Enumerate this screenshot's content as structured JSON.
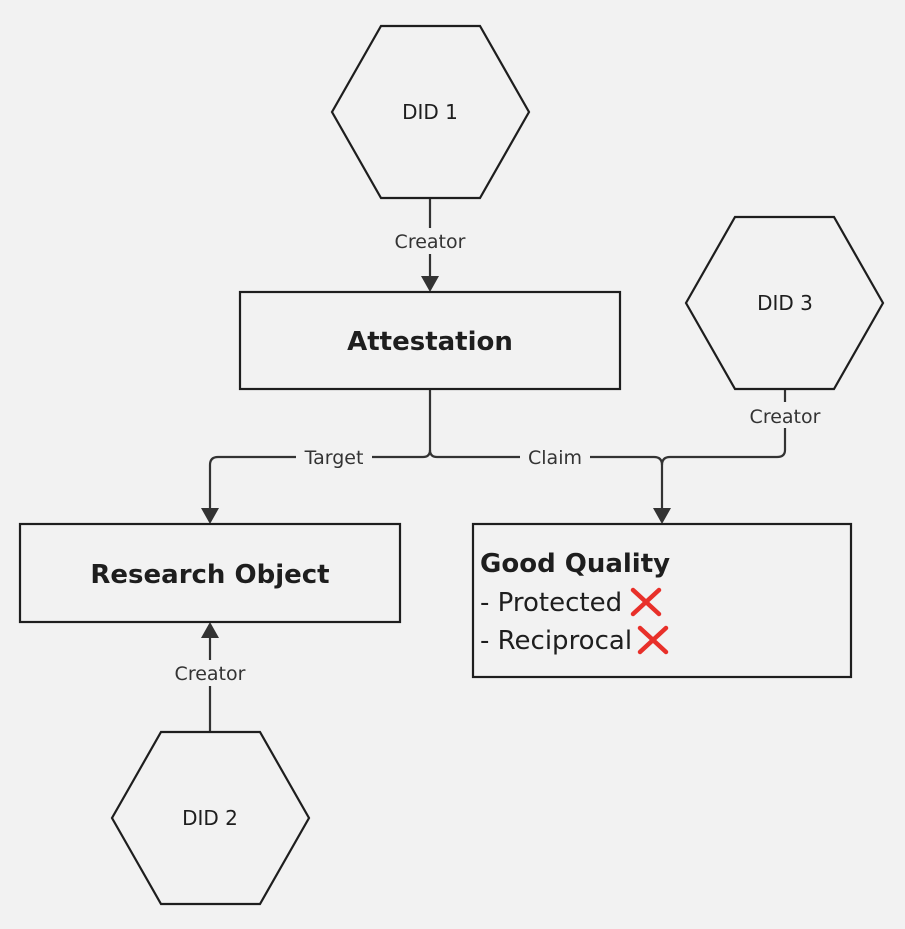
{
  "diagram": {
    "nodes": {
      "did1": {
        "label": "DID 1",
        "shape": "hexagon"
      },
      "did2": {
        "label": "DID 2",
        "shape": "hexagon"
      },
      "did3": {
        "label": "DID 3",
        "shape": "hexagon"
      },
      "attestation": {
        "label": "Attestation",
        "shape": "rectangle"
      },
      "research_object": {
        "label": "Research Object",
        "shape": "rectangle"
      },
      "good_quality": {
        "title": "Good Quality",
        "items": [
          {
            "text": "- Protected",
            "status_icon": "cross-mark-icon"
          },
          {
            "text": "- Reciprocal",
            "status_icon": "cross-mark-icon"
          }
        ],
        "shape": "rectangle"
      }
    },
    "edges": [
      {
        "from": "did1",
        "to": "attestation",
        "label": "Creator"
      },
      {
        "from": "attestation",
        "to": "research_object",
        "label": "Target"
      },
      {
        "from": "attestation",
        "to": "good_quality",
        "label": "Claim"
      },
      {
        "from": "did3",
        "to": "good_quality",
        "label": "Creator"
      },
      {
        "from": "did2",
        "to": "research_object",
        "label": "Creator"
      }
    ],
    "colors": {
      "background": "#f2f2f2",
      "stroke": "#1e1e1e",
      "edge": "#333333",
      "cross_mark": "#e8302a"
    }
  }
}
